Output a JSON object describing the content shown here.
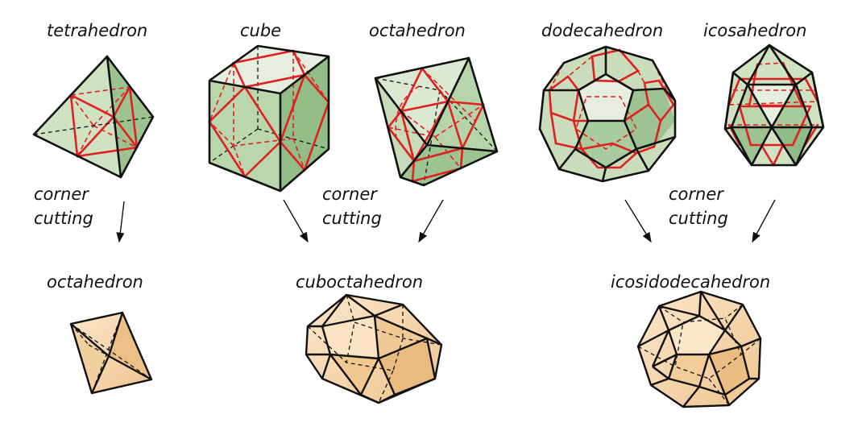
{
  "labels": {
    "tetrahedron": "tetrahedron",
    "cube": "cube",
    "octahedron_top": "octahedron",
    "dodecahedron": "dodecahedron",
    "icosahedron": "icosahedron",
    "octahedron_bottom": "octahedron",
    "cuboctahedron": "cuboctahedron",
    "icosidodecahedron": "icosidodecahedron"
  },
  "captions": [
    {
      "line1": "corner",
      "line2": "cutting"
    },
    {
      "line1": "corner",
      "line2": "cutting"
    },
    {
      "line1": "corner",
      "line2": "cutting"
    }
  ],
  "colors": {
    "green_fill": "#cfe0c4",
    "green_dark": "#8fbc86",
    "orange_fill": "#f6d7ad",
    "orange_dark": "#ecbf86",
    "cut_lines": "#e02020",
    "edges": "#111111"
  }
}
